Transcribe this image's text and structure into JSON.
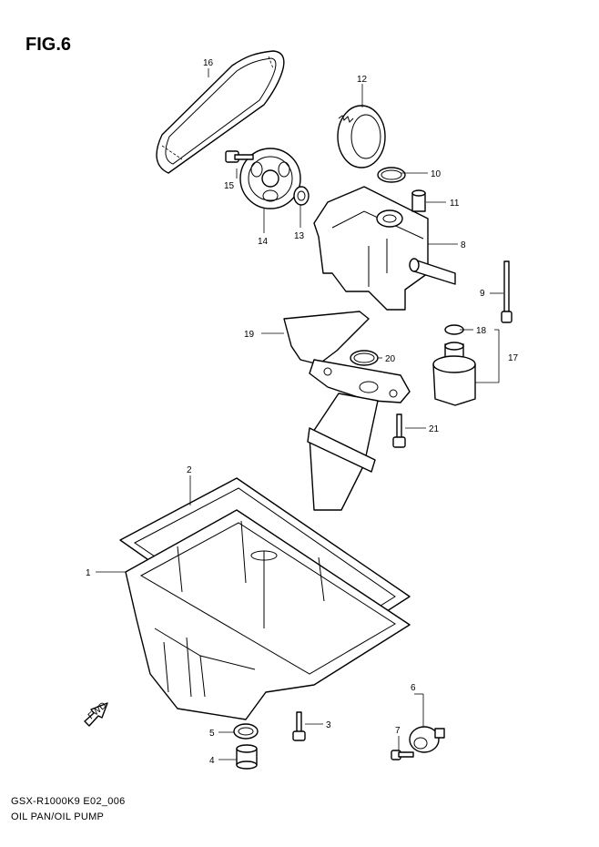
{
  "figure_title": "FIG.6",
  "footer": {
    "model_code": "GSX-R1000K9 E02_006",
    "assembly_name": "OIL PAN/OIL PUMP"
  },
  "fwd_label": "FWD",
  "callouts": [
    "1",
    "2",
    "3",
    "4",
    "5",
    "6",
    "7",
    "8",
    "9",
    "10",
    "11",
    "12",
    "13",
    "14",
    "15",
    "16",
    "17",
    "18",
    "19",
    "20",
    "21"
  ]
}
